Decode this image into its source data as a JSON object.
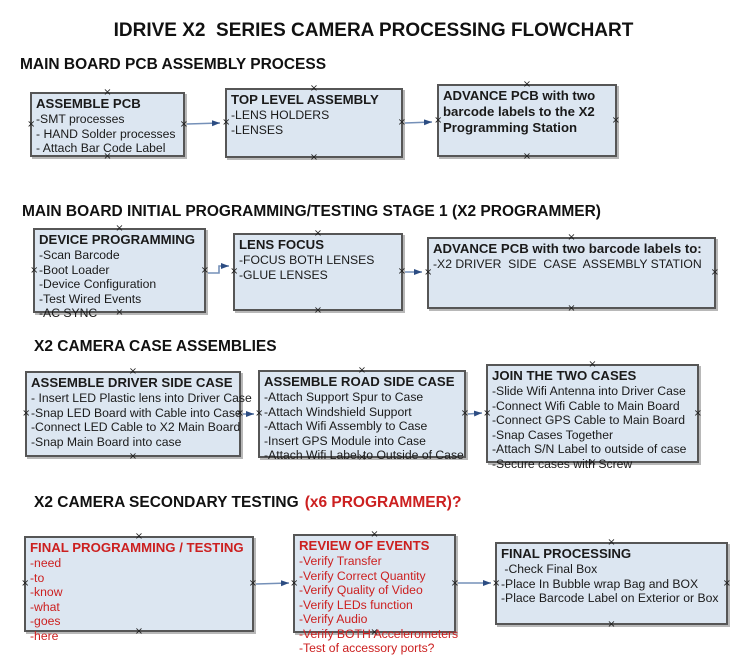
{
  "title": "IDRIVE X2  SERIES CAMERA PROCESSING FLOWCHART",
  "colors": {
    "box_fill": "#dce6f1",
    "box_border": "#565656",
    "arrow_line": "#7590b8",
    "arrow_head": "#2c4c82",
    "red_text": "#cc2020",
    "black_text": "#1a1a1a"
  },
  "sections": [
    {
      "heading": "MAIN BOARD PCB ASSEMBLY PROCESS",
      "boxes": [
        {
          "title": "ASSEMBLE PCB",
          "items": [
            "-SMT processes",
            "- HAND Solder processes",
            "- Attach Bar Code Label"
          ]
        },
        {
          "title": "TOP LEVEL ASSEMBLY",
          "items": [
            "-LENS HOLDERS",
            "-LENSES"
          ]
        },
        {
          "title": "ADVANCE PCB with two barcode labels to the X2 Programming Station",
          "items": []
        }
      ]
    },
    {
      "heading": "MAIN BOARD INITIAL PROGRAMMING/TESTING STAGE 1 (X2 PROGRAMMER)",
      "boxes": [
        {
          "title": "DEVICE PROGRAMMING",
          "items": [
            "-Scan Barcode",
            "-Boot Loader",
            "-Device Configuration",
            "-Test Wired Events",
            "-AC SYNC"
          ]
        },
        {
          "title": "LENS FOCUS",
          "items": [
            "-FOCUS BOTH LENSES",
            "-GLUE LENSES"
          ]
        },
        {
          "title": "ADVANCE PCB with two barcode labels to:",
          "items": [
            "-X2 DRIVER  SIDE  CASE  ASSEMBLY STATION"
          ]
        }
      ]
    },
    {
      "heading": "X2 CAMERA CASE ASSEMBLIES",
      "boxes": [
        {
          "title": "ASSEMBLE DRIVER SIDE CASE",
          "items": [
            "- Insert LED Plastic lens into Driver Case",
            "-Snap LED Board with Cable into Case",
            "-Connect LED Cable to X2 Main Board",
            "-Snap Main Board into case"
          ]
        },
        {
          "title": "ASSEMBLE ROAD SIDE CASE",
          "items": [
            "-Attach Support Spur to Case",
            "-Attach Windshield Support",
            "-Attach Wifi Assembly to Case",
            "-Insert GPS Module into Case",
            "-Attach Wifi Label to Outside of Case"
          ]
        },
        {
          "title": "JOIN THE TWO CASES",
          "items": [
            "-Slide Wifi Antenna into Driver Case",
            "-Connect Wifi Cable to Main Board",
            "-Connect GPS Cable to Main Board",
            "-Snap Cases Together",
            "-Attach S/N Label to outside of case",
            "-Secure cases with Screw"
          ]
        }
      ]
    },
    {
      "heading": "X2 CAMERA SECONDARY TESTING",
      "heading_red": "(x6 PROGRAMMER)?",
      "boxes": [
        {
          "title": "FINAL PROGRAMMING / TESTING",
          "items": [
            "-need",
            "-to",
            "-know",
            "-what",
            "-goes",
            "-here"
          ]
        },
        {
          "title": "REVIEW OF EVENTS",
          "items": [
            "-Verify Transfer",
            "-Verify Correct Quantity",
            "-Verify Quality of Video",
            "-Verify LEDs function",
            "-Verify Audio",
            "-Verify BOTH Accelerometers",
            "-Test of accessory ports?"
          ]
        },
        {
          "title": "FINAL PROCESSING",
          "items": [
            " -Check Final Box",
            "-Place In Bubble wrap Bag and BOX",
            "-Place Barcode Label on Exterior or Box"
          ]
        }
      ]
    }
  ]
}
